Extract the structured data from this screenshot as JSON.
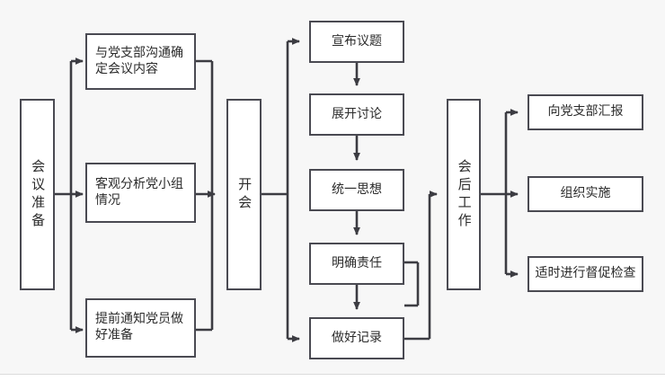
{
  "diagram": {
    "type": "flowchart",
    "title_text": "",
    "orientation": "left-to-right",
    "colors": {
      "background": "#f7f7f7",
      "node_fill": "#ffffff",
      "node_border": "#4a4a52",
      "edge_stroke": "#3c3c42",
      "text": "#2b2b2b"
    },
    "stages": [
      {
        "id": "stage-prep",
        "label": "会议准备",
        "orientation": "vertical",
        "tasks": [
          {
            "id": "prep-1",
            "label": "与党支部沟通确定会议内容"
          },
          {
            "id": "prep-2",
            "label": "客观分析党小组情况"
          },
          {
            "id": "prep-3",
            "label": "提前通知党员做好准备"
          }
        ]
      },
      {
        "id": "stage-meeting",
        "label": "开会",
        "orientation": "vertical",
        "tasks": [
          {
            "id": "meet-1",
            "label": "宣布议题"
          },
          {
            "id": "meet-2",
            "label": "展开讨论"
          },
          {
            "id": "meet-3",
            "label": "统一思想"
          },
          {
            "id": "meet-4",
            "label": "明确责任"
          },
          {
            "id": "meet-5",
            "label": "做好记录"
          }
        ]
      },
      {
        "id": "stage-after",
        "label": "会后工作",
        "orientation": "vertical",
        "tasks": [
          {
            "id": "after-1",
            "label": "向党支部汇报"
          },
          {
            "id": "after-2",
            "label": "组织实施"
          },
          {
            "id": "after-3",
            "label": "适时进行督促检查"
          }
        ]
      }
    ],
    "connections": [
      {
        "from": "stage-prep",
        "to": "prep-1",
        "arrow": true
      },
      {
        "from": "stage-prep",
        "to": "prep-2",
        "arrow": true
      },
      {
        "from": "stage-prep",
        "to": "prep-3",
        "arrow": true
      },
      {
        "from": "prep-1",
        "to": "stage-meeting",
        "arrow": true
      },
      {
        "from": "prep-2",
        "to": "stage-meeting",
        "arrow": true
      },
      {
        "from": "prep-3",
        "to": "stage-meeting",
        "arrow": true
      },
      {
        "from": "stage-meeting",
        "to": "meet-1",
        "arrow": true
      },
      {
        "from": "meet-1",
        "to": "meet-2",
        "arrow": true
      },
      {
        "from": "meet-2",
        "to": "meet-3",
        "arrow": true
      },
      {
        "from": "meet-3",
        "to": "meet-4",
        "arrow": true
      },
      {
        "from": "meet-4",
        "to": "meet-5",
        "arrow": true
      },
      {
        "from": "stage-meeting",
        "to": "meet-5",
        "arrow": true
      },
      {
        "from": "meet-4",
        "to": "stage-after",
        "arrow": true
      },
      {
        "from": "meet-5",
        "to": "stage-after",
        "arrow": true
      },
      {
        "from": "stage-after",
        "to": "after-1",
        "arrow": true
      },
      {
        "from": "stage-after",
        "to": "after-2",
        "arrow": true
      },
      {
        "from": "stage-after",
        "to": "after-3",
        "arrow": true
      }
    ]
  }
}
